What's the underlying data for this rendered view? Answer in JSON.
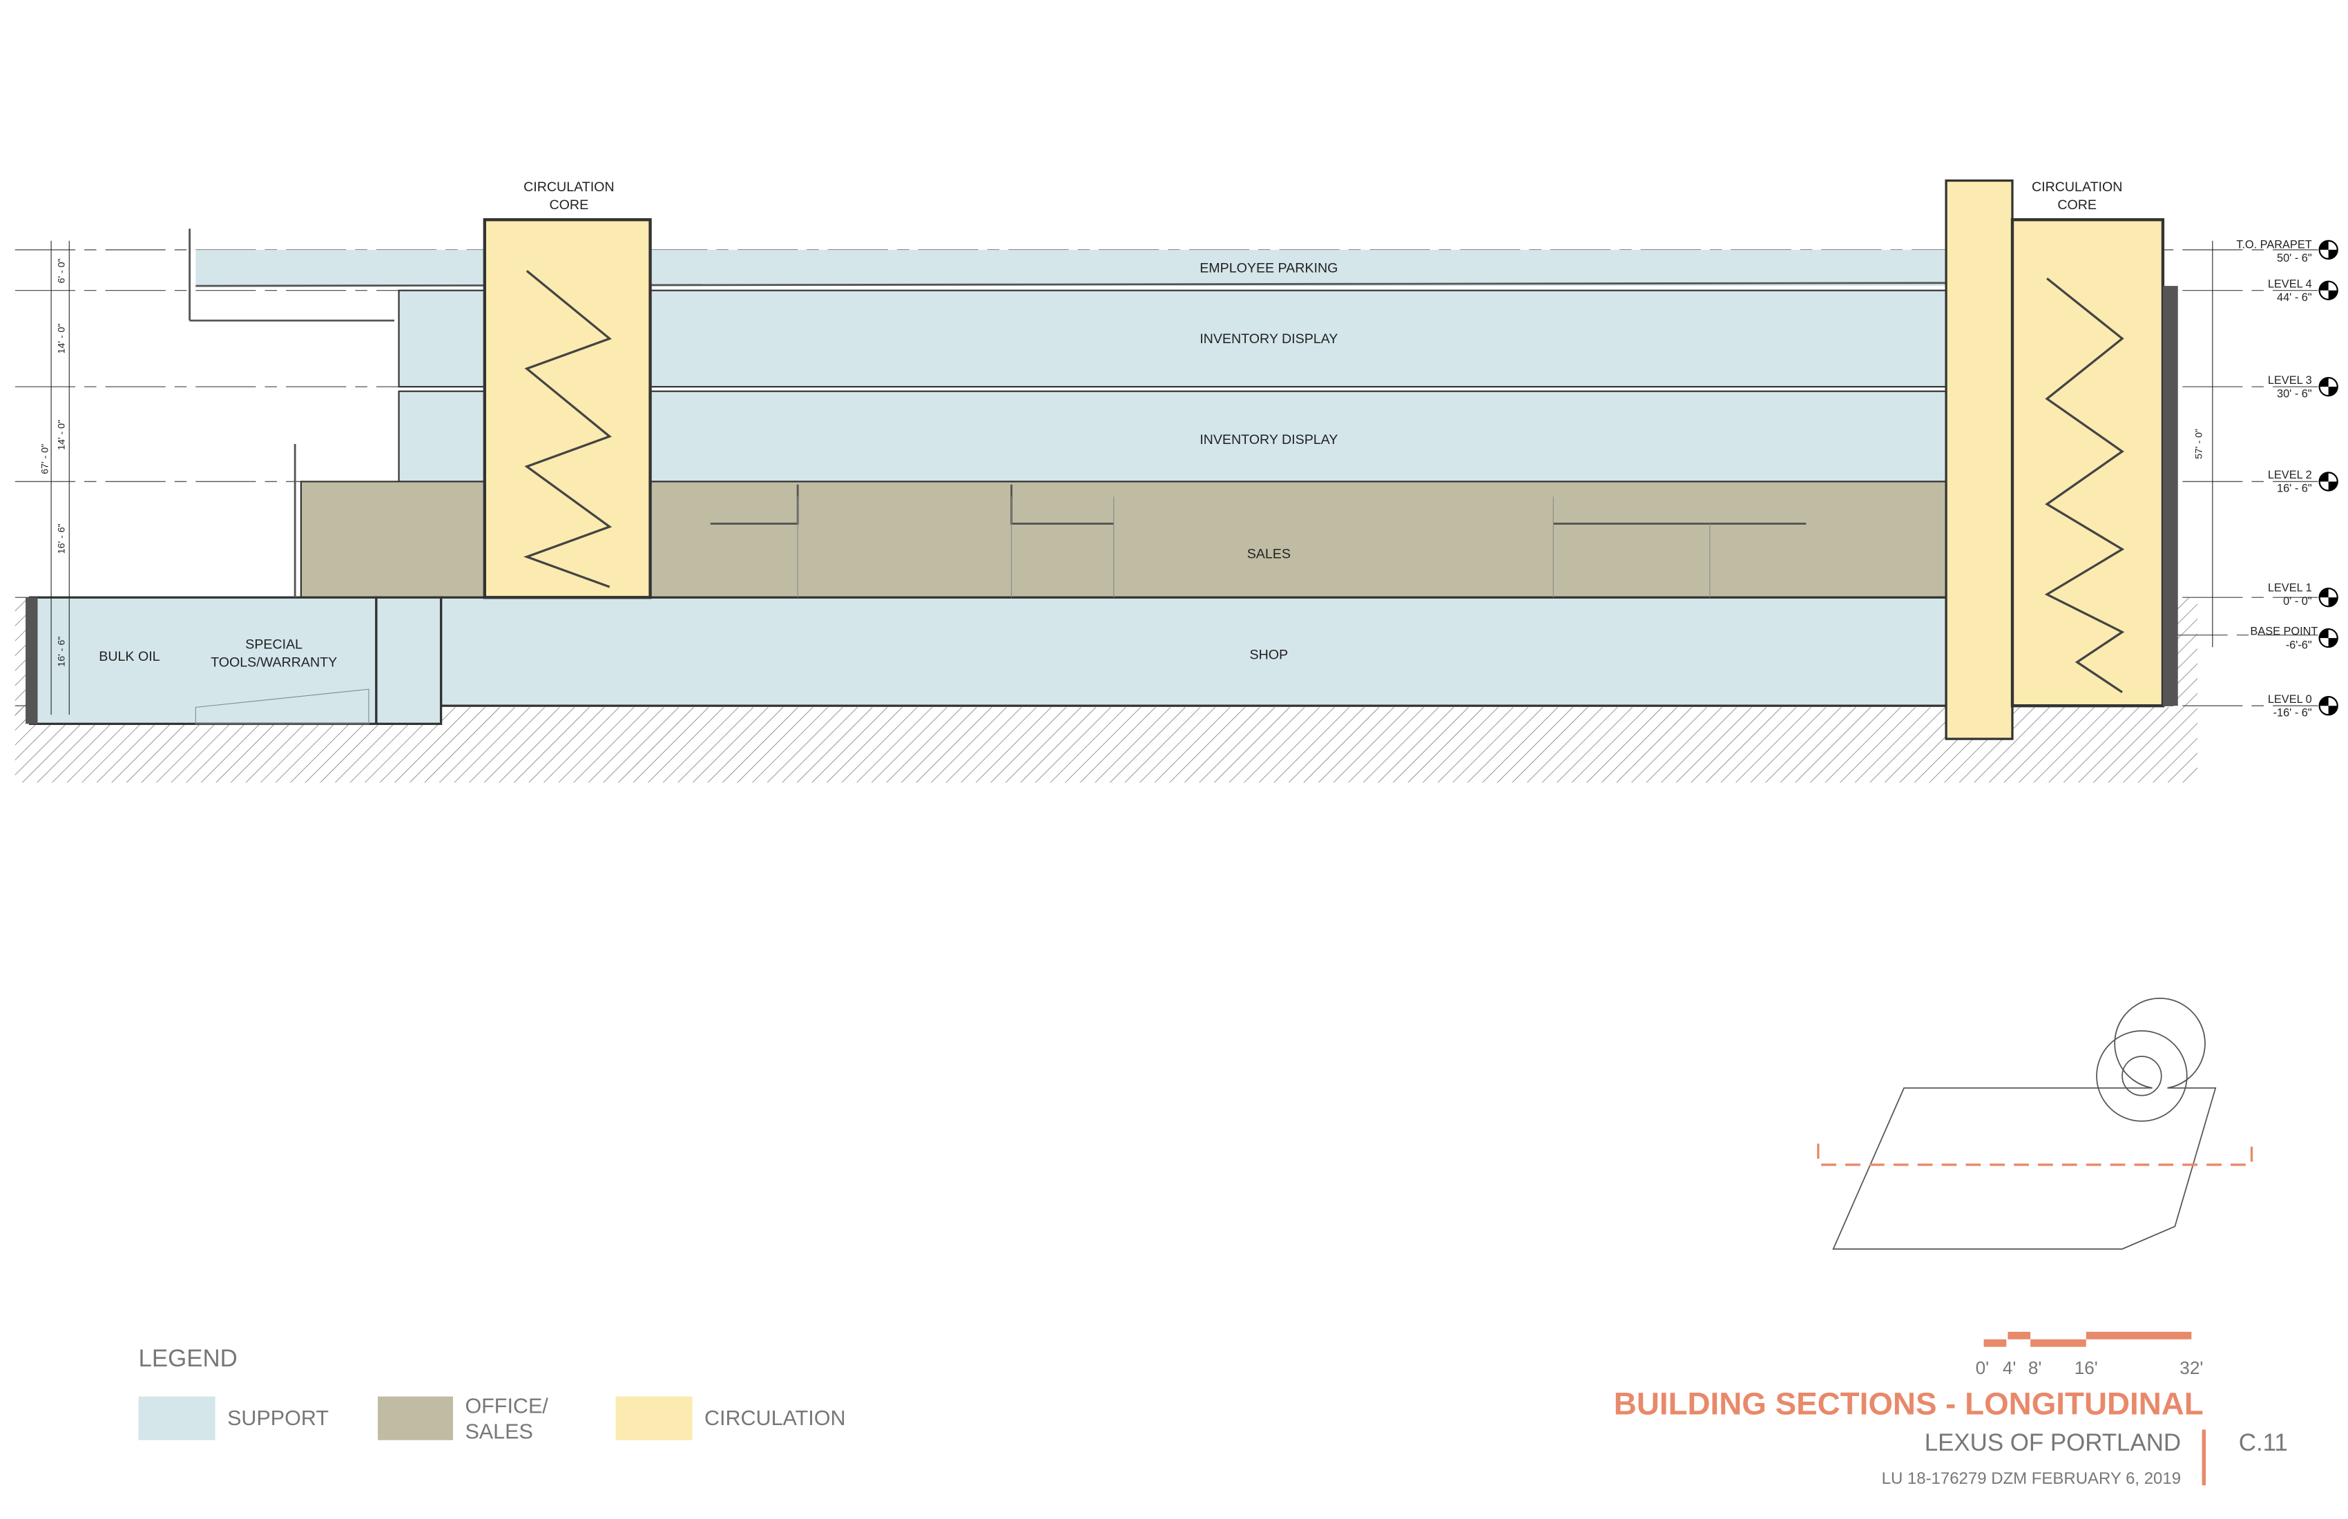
{
  "colors": {
    "support": "#d4e6ea",
    "office": "#c0bca3",
    "circulation": "#fbebb0",
    "accent": "#e8896a",
    "wall": "#555555"
  },
  "section": {
    "cores": [
      {
        "label_line1": "CIRCULATION",
        "label_line2": "CORE"
      },
      {
        "label_line1": "CIRCULATION",
        "label_line2": "CORE"
      }
    ],
    "spaces": {
      "employee_parking": "EMPLOYEE PARKING",
      "inventory_display_upper": "INVENTORY DISPLAY",
      "inventory_display_lower": "INVENTORY DISPLAY",
      "sales": "SALES",
      "shop": "SHOP",
      "bulk_oil": "BULK OIL",
      "special_line1": "SPECIAL",
      "special_line2": "TOOLS/WARRANTY"
    },
    "levels": [
      {
        "name": "T.O. PARAPET",
        "elev": "50' - 6\""
      },
      {
        "name": "LEVEL 4",
        "elev": "44' - 6\""
      },
      {
        "name": "LEVEL 3",
        "elev": "30' - 6\""
      },
      {
        "name": "LEVEL 2",
        "elev": "16' - 6\""
      },
      {
        "name": "LEVEL 1",
        "elev": "0' - 0\""
      },
      {
        "name": "BASE POINT",
        "elev": "-6'-6\""
      },
      {
        "name": "LEVEL 0",
        "elev": "-16' - 6\""
      }
    ],
    "left_dims": {
      "overall": "67' - 0\"",
      "d1": "6' - 0\"",
      "d2": "14' - 0\"",
      "d3": "14' - 0\"",
      "d4": "16' - 6\"",
      "d5": "16' - 6\""
    },
    "right_dim": "57' - 0\""
  },
  "legend": {
    "title": "LEGEND",
    "items": [
      {
        "label": "SUPPORT"
      },
      {
        "label_line1": "OFFICE/",
        "label_line2": "SALES"
      },
      {
        "label": "CIRCULATION"
      }
    ]
  },
  "scale_bar": {
    "ticks": [
      "0'",
      "4'",
      "8'",
      "16'",
      "32'"
    ]
  },
  "title_block": {
    "title": "BUILDING SECTIONS - LONGITUDINAL",
    "project": "LEXUS OF PORTLAND",
    "info": "LU 18-176279 DZM FEBRUARY 6, 2019",
    "sheet": "C.11"
  }
}
